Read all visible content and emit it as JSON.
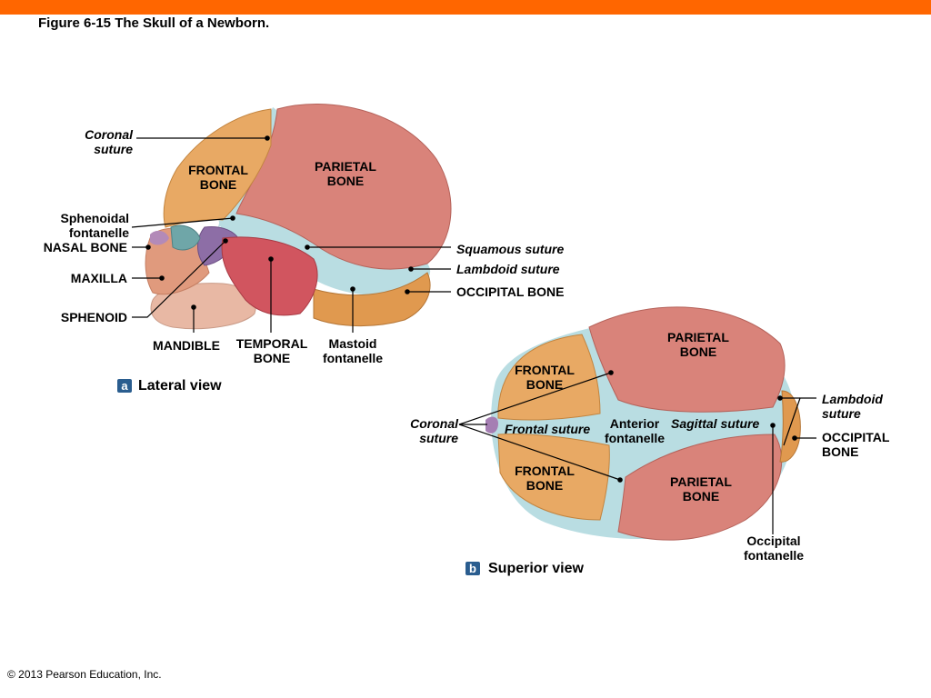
{
  "header": {
    "title": "Figure 6-15  The Skull of a Newborn.",
    "accent_color": "#ff6600"
  },
  "footer": {
    "copyright": "© 2013 Pearson Education, Inc."
  },
  "colors": {
    "frontal_bone": "#e8a964",
    "parietal_bone": "#d9837a",
    "occipital_bone": "#e0994f",
    "fontanelle_membrane": "#b9dde2",
    "temporal_bone": "#d1555f",
    "sphenoid": "#8d6ea6",
    "mandible": "#e8b8a4",
    "badge": "#2a5d8f"
  },
  "lateral": {
    "badge": "a",
    "view_label": "Lateral view",
    "labels": {
      "coronal_suture": [
        "Coronal",
        "suture"
      ],
      "frontal_bone": [
        "FRONTAL",
        "BONE"
      ],
      "parietal_bone": [
        "PARIETAL",
        "BONE"
      ],
      "sphenoidal_fontanelle": [
        "Sphenoidal",
        "fontanelle"
      ],
      "nasal_bone": "NASAL BONE",
      "maxilla": "MAXILLA",
      "sphenoid": "SPHENOID",
      "mandible": "MANDIBLE",
      "temporal_bone": [
        "TEMPORAL",
        "BONE"
      ],
      "mastoid_fontanelle": [
        "Mastoid",
        "fontanelle"
      ],
      "squamous_suture": "Squamous suture",
      "lambdoid_suture": "Lambdoid suture",
      "occipital_bone": "OCCIPITAL BONE"
    }
  },
  "superior": {
    "badge": "b",
    "view_label": "Superior view",
    "labels": {
      "frontal_bone_top": [
        "FRONTAL",
        "BONE"
      ],
      "frontal_bone_bottom": [
        "FRONTAL",
        "BONE"
      ],
      "parietal_bone_top": [
        "PARIETAL",
        "BONE"
      ],
      "parietal_bone_bottom": [
        "PARIETAL",
        "BONE"
      ],
      "coronal_suture": [
        "Coronal",
        "suture"
      ],
      "frontal_suture": "Frontal suture",
      "anterior_fontanelle": [
        "Anterior",
        "fontanelle"
      ],
      "sagittal_suture": "Sagittal suture",
      "lambdoid_suture": [
        "Lambdoid",
        "suture"
      ],
      "occipital_bone": [
        "OCCIPITAL",
        "BONE"
      ],
      "occipital_fontanelle": [
        "Occipital",
        "fontanelle"
      ]
    }
  }
}
